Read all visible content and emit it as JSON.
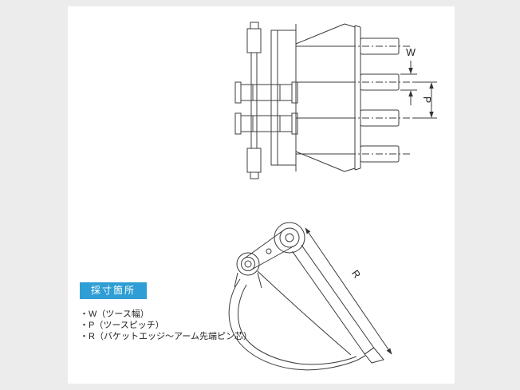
{
  "window": {
    "background": "#ececec",
    "panel_background": "#ffffff"
  },
  "diagram": {
    "line_color": "#3c3c3c",
    "labels": {
      "w": "W",
      "p": "P",
      "r": "R"
    }
  },
  "legend": {
    "badge": "採寸箇所",
    "badge_bg": "#2e9ed5",
    "badge_color": "#ffffff",
    "items": [
      "・W（ツース幅）",
      "・P（ツースピッチ）",
      "・R（バケットエッジ～アーム先端ピン芯）"
    ]
  }
}
